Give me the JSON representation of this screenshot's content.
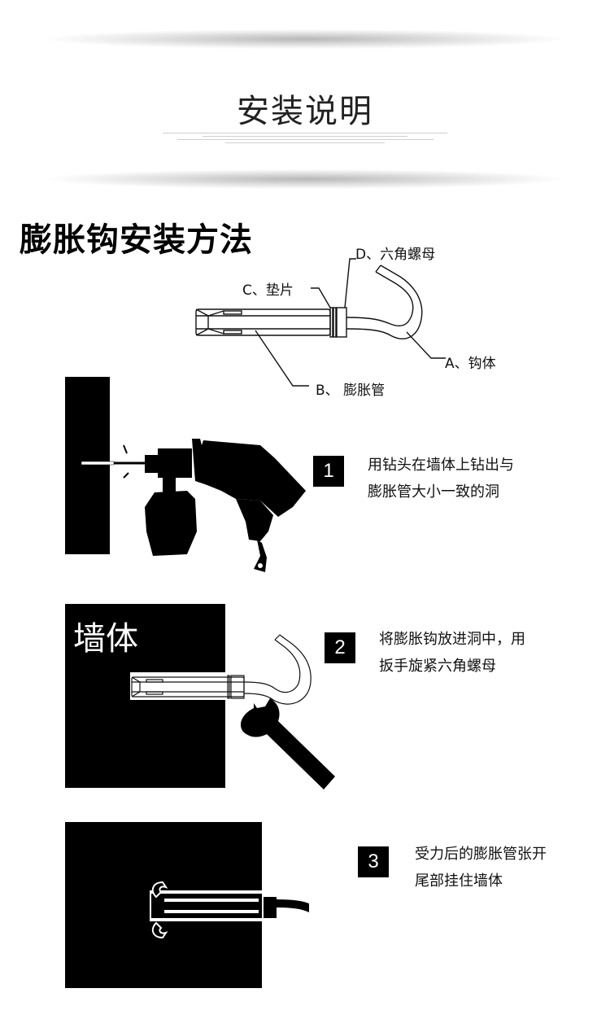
{
  "header": {
    "title": "安装说明",
    "fine_print_lines": 4
  },
  "main": {
    "title": "膨胀钩安装方法"
  },
  "diagram": {
    "labels": {
      "a": "A、钩体",
      "b": "B、 膨胀管",
      "c": "C、垫片",
      "d": "D、六角螺母"
    }
  },
  "steps": [
    {
      "number": "1",
      "line1": "用钻头在墙体上钻出与",
      "line2": "膨胀管大小一致的洞",
      "icon": "drill-icon"
    },
    {
      "number": "2",
      "line1": "将膨胀钩放进洞中，用",
      "line2": "扳手旋紧六角螺母",
      "icon": "wrench-icon",
      "wall_label": "墙体"
    },
    {
      "number": "3",
      "line1": "受力后的膨胀管张开",
      "line2": "尾部挂住墙体",
      "icon": "expanded-anchor-icon"
    }
  ],
  "colors": {
    "ink": "#000000",
    "background": "#ffffff",
    "text": "#111111"
  }
}
